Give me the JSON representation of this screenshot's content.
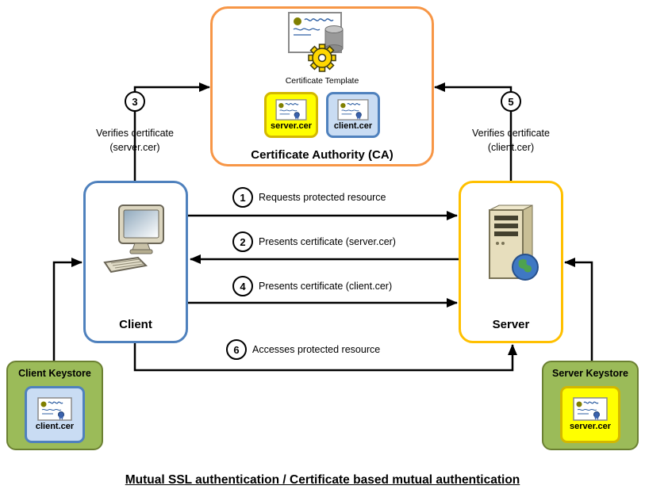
{
  "title": "Mutual SSL authentication / Certificate based mutual authentication",
  "ca": {
    "label": "Certificate Authority (CA)",
    "template_label": "Certificate Template",
    "certs": [
      {
        "label": "server.cer"
      },
      {
        "label": "client.cer"
      }
    ]
  },
  "client": {
    "label": "Client"
  },
  "server": {
    "label": "Server"
  },
  "keystores": {
    "client": {
      "label": "Client Keystore",
      "cert_label": "client.cer"
    },
    "server": {
      "label": "Server Keystore",
      "cert_label": "server.cer"
    }
  },
  "steps": [
    {
      "num": "1",
      "label": "Requests protected resource"
    },
    {
      "num": "2",
      "label": "Presents certificate (server.cer)"
    },
    {
      "num": "3",
      "label": "Verifies certificate (server.cer)"
    },
    {
      "num": "4",
      "label": "Presents certificate (client.cer)"
    },
    {
      "num": "5",
      "label": "Verifies certificate (client.cer)"
    },
    {
      "num": "6",
      "label": "Accesses protected resource"
    }
  ],
  "colors": {
    "ca_border": "#f79646",
    "client_border": "#4f81bd",
    "server_border": "#ffc000",
    "keystore_fill": "#9bbb59",
    "cert_yellow": "#ffff00",
    "cert_blue": "#c9dcf3",
    "arrow": "#000000"
  }
}
